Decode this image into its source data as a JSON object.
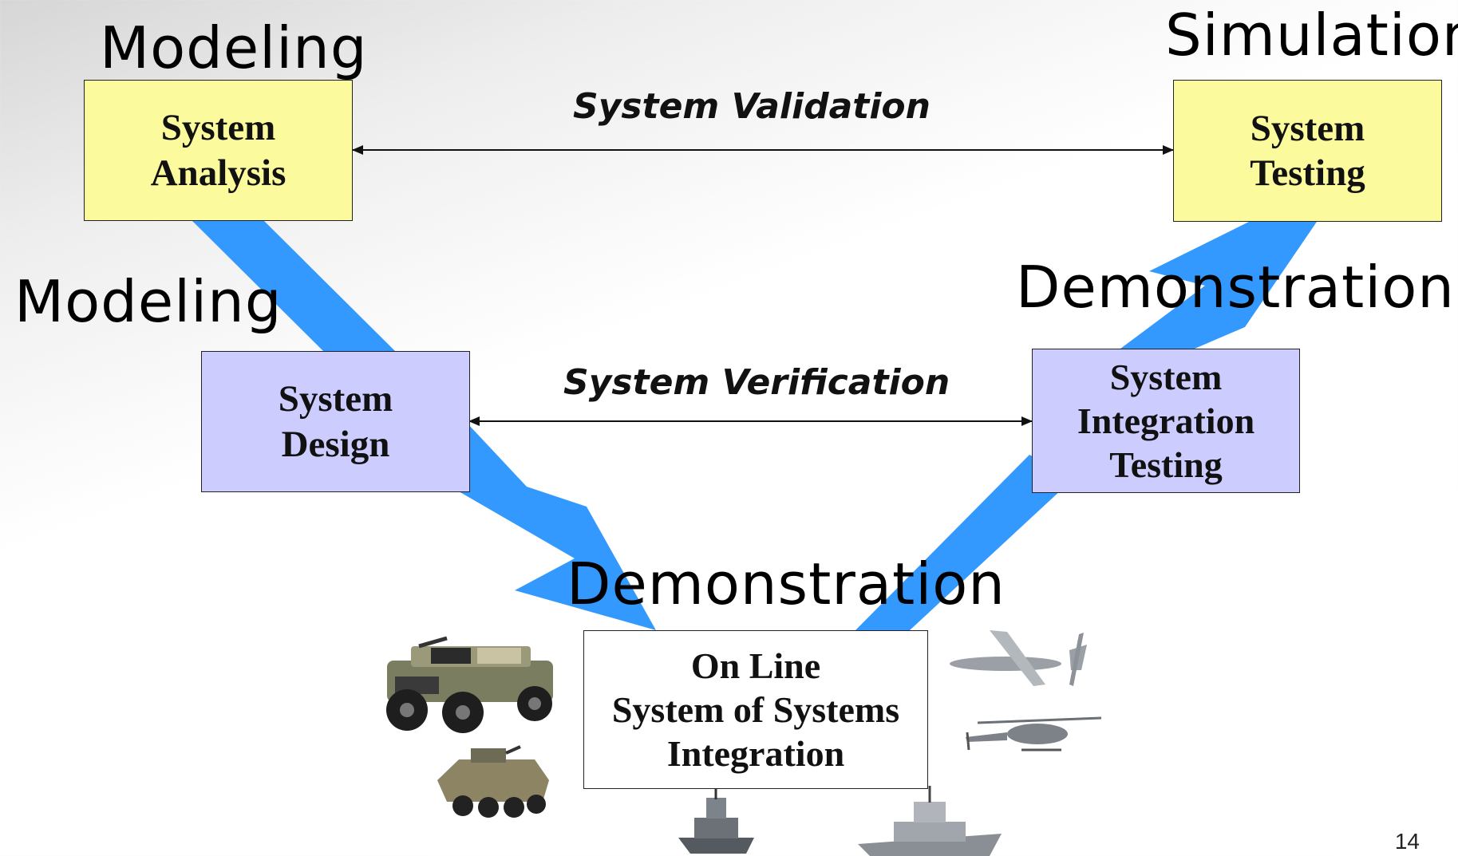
{
  "labels": {
    "modeling_top": "Modeling",
    "modeling_left": "Modeling",
    "simulation": "Simulation",
    "demonstration_right": "Demonstration",
    "demonstration_center": "Demonstration"
  },
  "relations": {
    "validation": "System Validation",
    "verification": "System Verification"
  },
  "boxes": {
    "analysis": [
      "System",
      "Analysis"
    ],
    "testing": [
      "System",
      "Testing"
    ],
    "design": [
      "System",
      "Design"
    ],
    "integration_testing": [
      "System",
      "Integration",
      "Testing"
    ],
    "online": [
      "On Line",
      "System of Systems",
      "Integration"
    ]
  },
  "colors": {
    "arrow_blue": "#3399ff",
    "yellow_box": "#fbfa9c",
    "lavender_box": "#ccccff"
  },
  "page_number": "14"
}
